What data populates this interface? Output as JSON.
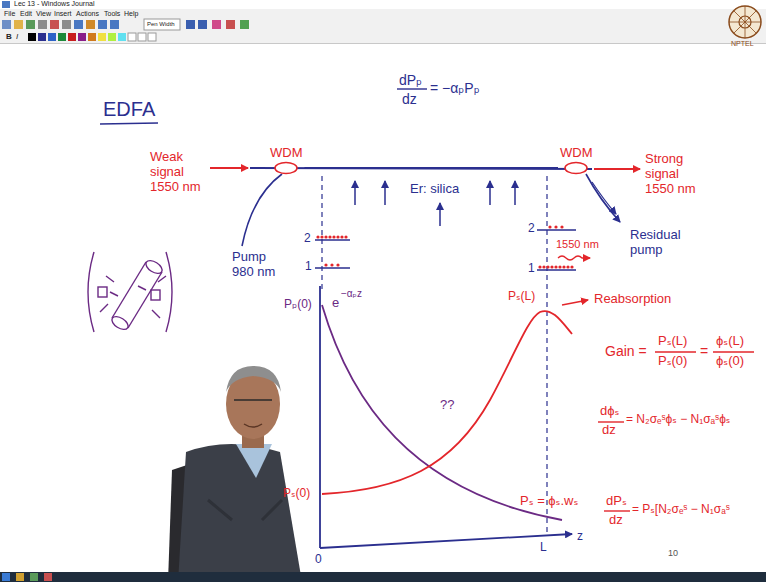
{
  "diagram": {
    "nodes": [
      {
        "text": [
          "WDM"
        ]
      },
      {
        "text": [
          "WDM"
        ]
      }
    ],
    "edges": [
      {
        "from": 0,
        "to": 1,
        "arrow": "none"
      }
    ],
    "labels": [
      "Lec 13 - Windows Journal",
      "File",
      "Edit",
      "View",
      "Insert",
      "Actions",
      "Tools",
      "Help",
      "Pen Width",
      "NPTEL",
      "EDFA",
      "dPₚ",
      "dz",
      "= −αₚPₚ",
      "Weak signal 1550 nm",
      "Pump 980 nm",
      "Er: silica",
      "Strong signal 1550 nm",
      "Residual pump",
      "2",
      "1",
      "2",
      "1550 nm",
      "1",
      "Pₚ(0)",
      "e",
      "−αₚz",
      "Pₛ(0)",
      "??",
      "Pₛ(L)",
      "Reabsorption",
      "0",
      "L",
      "z",
      "Gain =",
      "Pₛ(L)",
      "Pₛ(0)",
      "=",
      "ϕₛ(L)",
      "ϕₛ(0)",
      "dϕₛ",
      "dz",
      "= N₂σₑˢϕₛ − N₁σₐˢϕₛ",
      "Pₛ = ϕₛ.wₛ",
      "dPₛ",
      "dz",
      "= Pₛ[N₂σₑˢ − N₁σₐˢ",
      "10",
      "B",
      "I"
    ]
  }
}
